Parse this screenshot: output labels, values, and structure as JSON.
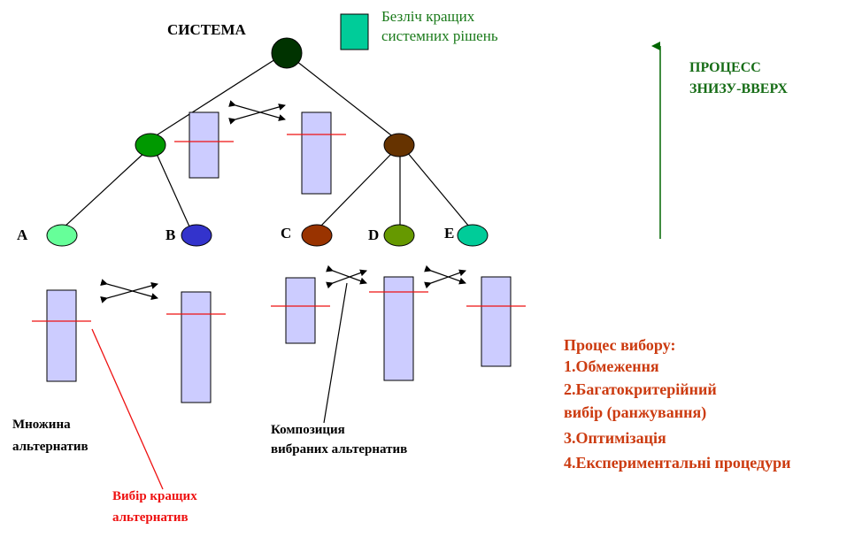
{
  "title": "СИСТЕМА",
  "legend": {
    "line1": "Безліч кращих",
    "line2": "системних рішень",
    "swatch_color": "#00cc99"
  },
  "process": {
    "line1": "ПРОЦЕСС",
    "line2": "ЗНИЗУ-ВВЕРХ"
  },
  "nodes": {
    "a": "A",
    "b": "B",
    "c": "C",
    "d": "D",
    "e": "E"
  },
  "labels": {
    "alternatives_line1": "Множина",
    "alternatives_line2": "альтернатив",
    "selection_line1": "Вибір кращих",
    "selection_line2": "альтернатив",
    "composition_line1": "Композиция",
    "composition_line2": "вибраних альтернатив"
  },
  "selection_process": {
    "heading": "Процес вибору:",
    "items": [
      "1.Обмеження",
      "2.Багатокритерійний",
      "вибір (ранжування)",
      "3.Оптимізація",
      "4.Експериментальні процедури"
    ]
  },
  "colors": {
    "root": "#003300",
    "mid_left": "#009900",
    "mid_right": "#663300",
    "leaf_a": "#66ff99",
    "leaf_b": "#3333cc",
    "leaf_c": "#993300",
    "leaf_d": "#669900",
    "leaf_e": "#00cc99",
    "bar_fill": "#ccccff",
    "cut_line": "#ee1111",
    "arrow_up": "#006600"
  }
}
